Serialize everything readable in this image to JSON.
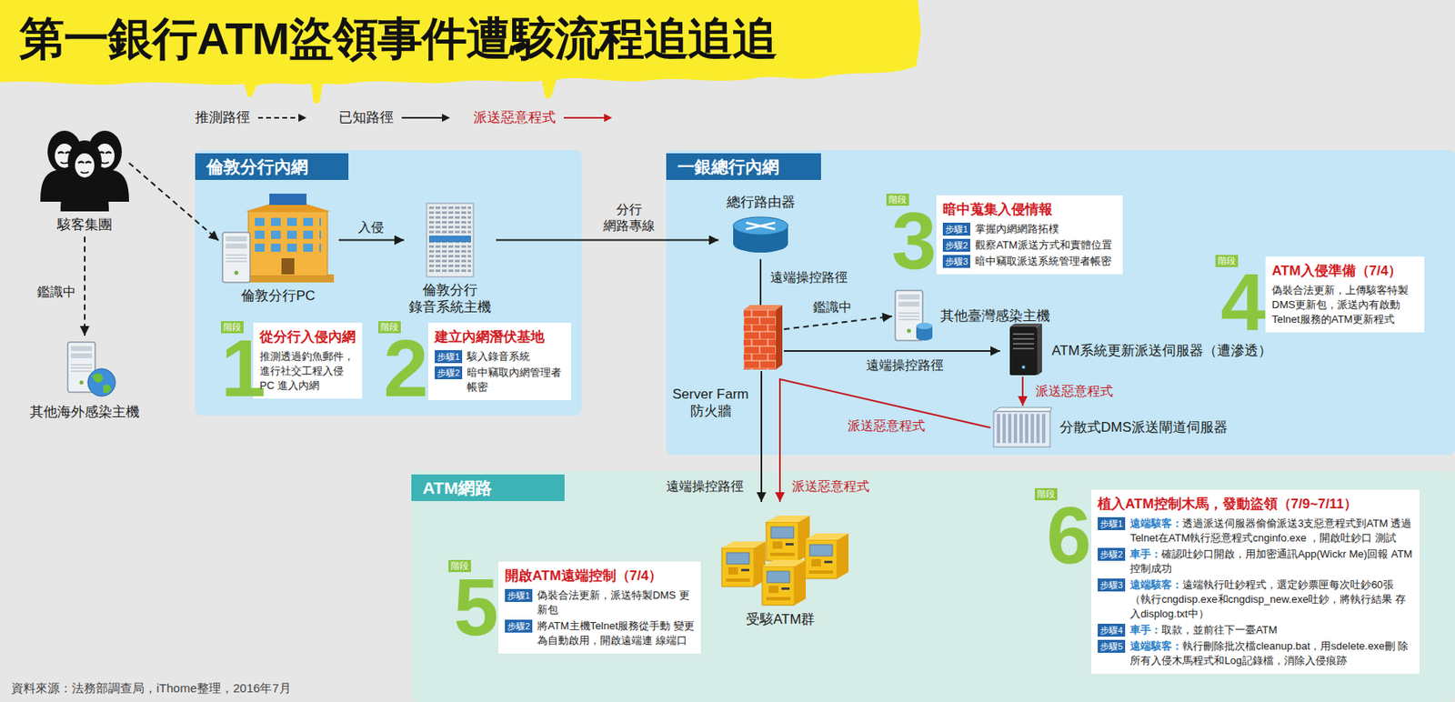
{
  "diagram": {
    "title": "第一銀行ATM盜領事件遭駭流程追追追",
    "caption": "資料來源：法務部調查局，iThome整理，2016年7月",
    "nodes": [
      {
        "text": [
          "駭客集團"
        ]
      },
      {
        "text": [
          "其他海外感染主機"
        ]
      },
      {
        "text": [
          "倫敦分行內網"
        ]
      },
      {
        "text": [
          "倫敦分行PC"
        ],
        "in": 2
      },
      {
        "text": [
          "倫敦分行 錄音系統主機"
        ],
        "in": 2
      },
      {
        "text": [
          "階段",
          "1",
          "從分行入侵內網",
          "推測透過釣魚郵件， 進行社交工程入侵PC 進入內網"
        ],
        "in": 2
      },
      {
        "text": [
          "階段",
          "2",
          "建立內網潛伏基地",
          "步驟1",
          "駭入錄音系統",
          "步驟2",
          "暗中竊取內網管理者 帳密"
        ],
        "in": 2
      },
      {
        "text": [
          "一銀總行內網"
        ]
      },
      {
        "text": [
          "總行路由器"
        ],
        "in": 7
      },
      {
        "text": [
          "Server Farm 防火牆"
        ],
        "in": 7
      },
      {
        "text": [
          "其他臺灣感染主機"
        ],
        "in": 7
      },
      {
        "text": [
          "ATM系統更新派送伺服器（遭滲透）"
        ],
        "in": 7
      },
      {
        "text": [
          "分散式DMS派送閘道伺服器"
        ],
        "in": 7
      },
      {
        "text": [
          "階段",
          "3",
          "暗中蒐集入侵情報",
          "步驟1",
          "掌握內網網路拓樸",
          "步驟2",
          "觀察ATM派送方式和實體位置",
          "步驟3",
          "暗中竊取派送系統管理者帳密"
        ],
        "in": 7
      },
      {
        "text": [
          "階段",
          "4",
          "ATM入侵準備（7/4）",
          "偽裝合法更新，上傳駭客特製 DMS更新包，派送內有啟動 Telnet服務的ATM更新程式"
        ],
        "in": 7
      },
      {
        "text": [
          "ATM網路"
        ]
      },
      {
        "text": [
          "受駭ATM群"
        ],
        "in": 15
      },
      {
        "text": [
          "階段",
          "5",
          "開啟ATM遠端控制（7/4）",
          "步驟1",
          "偽裝合法更新，派送特製DMS 更新包",
          "步驟2",
          "將ATM主機Telnet服務從手動 變更為自動啟用，開啟遠端連 線端口"
        ],
        "in": 15
      },
      {
        "text": [
          "階段",
          "6",
          "植入ATM控制木馬，發動盜領（7/9~7/11）",
          "步驟1",
          "遠端駭客：",
          "透過派送伺服器偷偷派送3支惡意程式到ATM 透過Telnet在ATM執行惡意程式cnginfo.exe ，開啟吐鈔口 測試",
          "步驟2",
          "車手：",
          "確認吐鈔口開啟，用加密通訊App(Wickr Me)回報 ATM控制成功",
          "步驟3",
          "遠端駭客：",
          "遠端執行吐鈔程式，選定鈔票匣每次吐鈔60張 （執行cngdisp.exe和cngdisp_new.exe吐鈔，將執行結果 存入displog.txt中）",
          "步驟4",
          "車手：",
          "取款，並前往下一臺ATM",
          "步驟5",
          "遠端駭客：",
          "執行刪除批次檔cleanup.bat，用sdelete.exe刪 除所有入侵木馬程式和Log記錄檔，消除入侵痕跡"
        ],
        "in": 15
      }
    ],
    "edges": [
      {
        "from": 0,
        "to": 3,
        "arrow": "to"
      },
      {
        "from": 0,
        "to": 1,
        "label": "鑑識中",
        "arrow": "to"
      },
      {
        "from": 3,
        "to": 4,
        "label": "入侵",
        "arrow": "to"
      },
      {
        "from": 4,
        "to": 8,
        "label": "分行 網路專線",
        "arrow": "to"
      },
      {
        "from": 8,
        "to": 9,
        "label": "遠端操控路徑",
        "arrow": "none"
      },
      {
        "from": 9,
        "to": 10,
        "label": "鑑識中",
        "arrow": "to"
      },
      {
        "from": 9,
        "to": 11,
        "label": "遠端操控路徑",
        "arrow": "to"
      },
      {
        "from": 11,
        "to": 12,
        "label": "派送惡意程式",
        "arrow": "to"
      },
      {
        "from": 12,
        "to": 16,
        "label": "派送惡意程式",
        "arrow": "to"
      },
      {
        "from": 9,
        "to": 16,
        "label": "遠端操控路徑",
        "arrow": "to"
      }
    ],
    "labels": [
      "派送惡意程式"
    ],
    "legend": [
      {
        "text": "推測路徑"
      },
      {
        "text": "已知路徑"
      },
      {
        "text": "派送惡意程式"
      }
    ]
  }
}
